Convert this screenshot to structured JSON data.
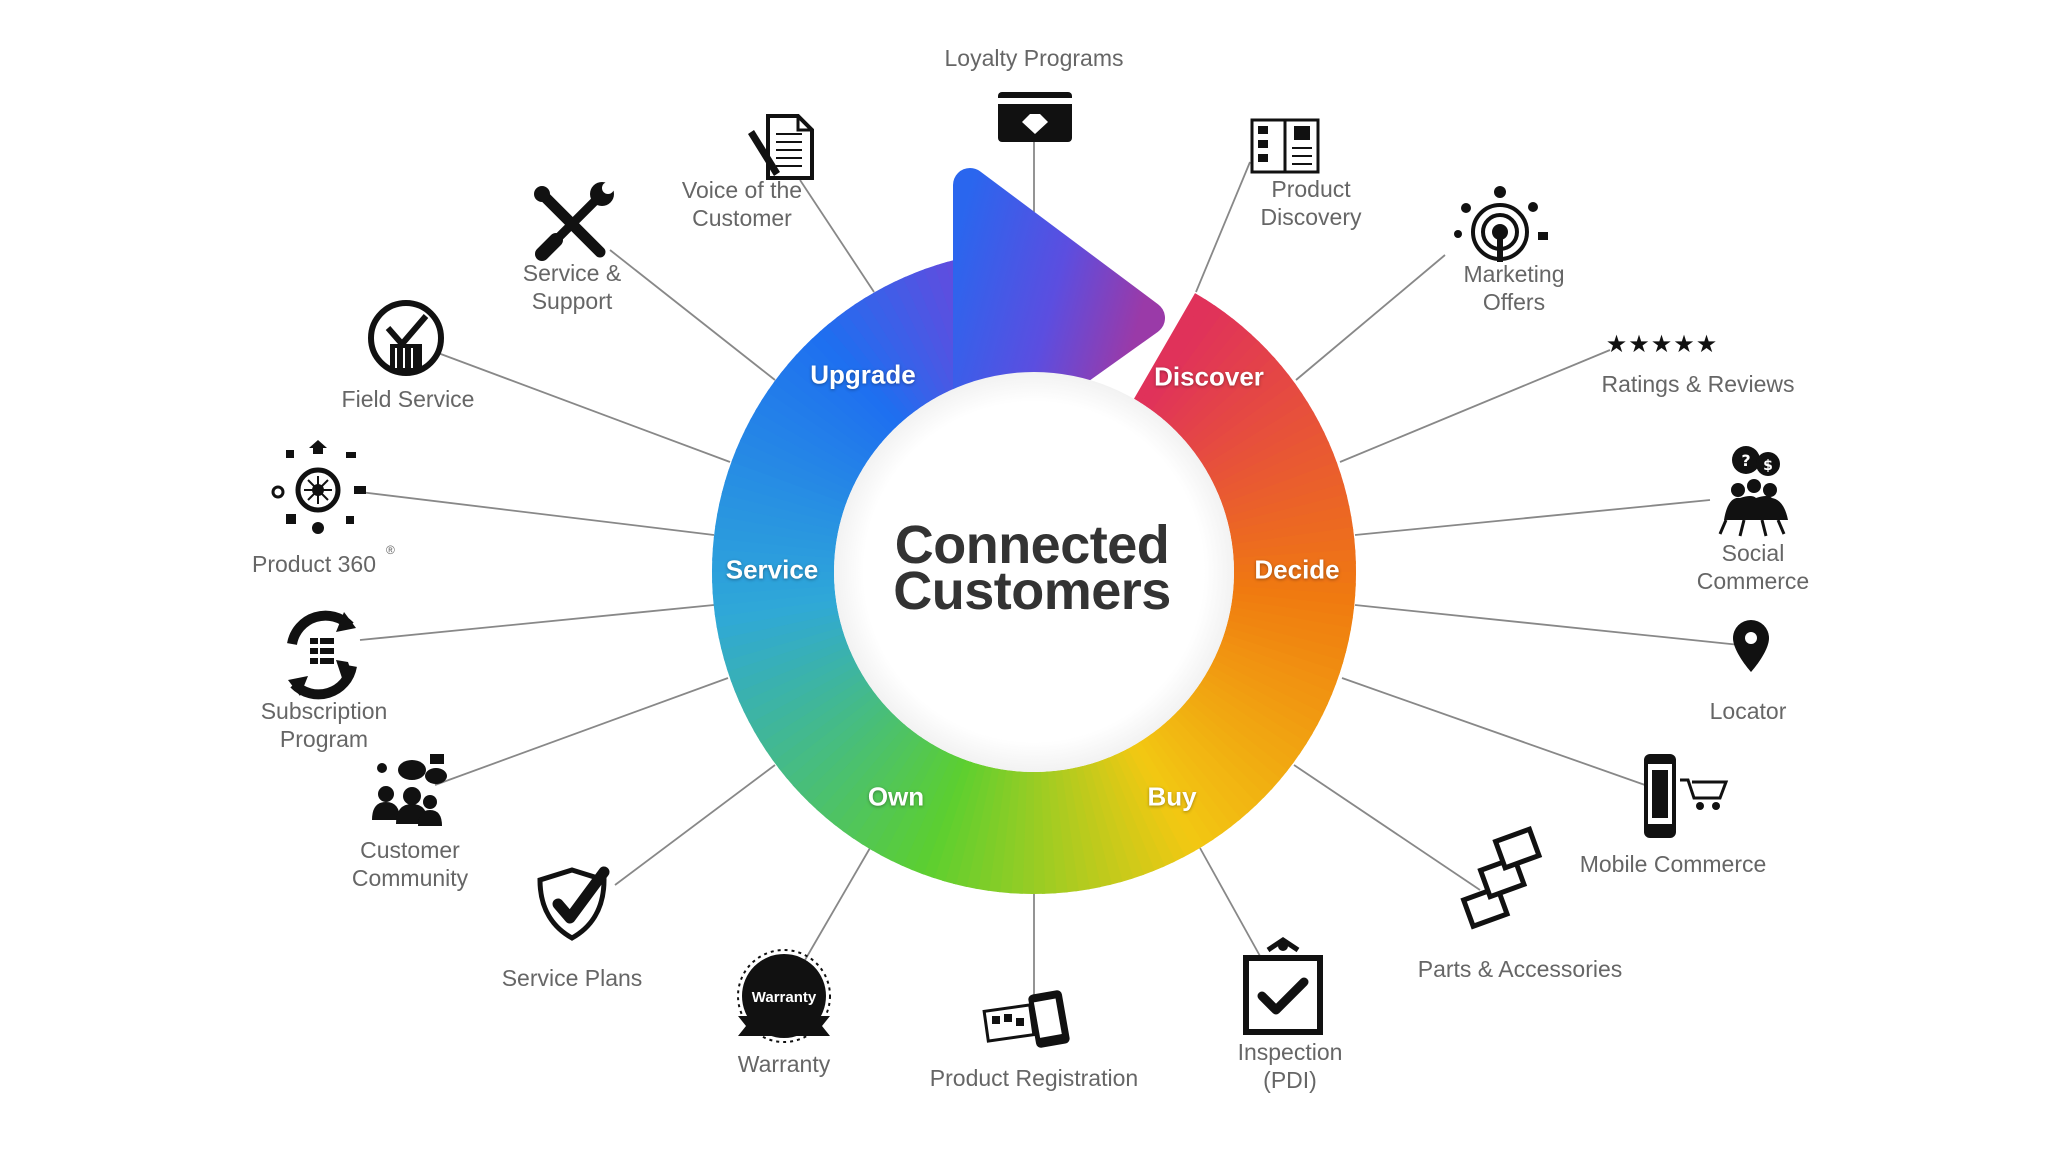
{
  "center": {
    "line1": "Connected",
    "line2": "Customers"
  },
  "stages": {
    "upgrade": "Upgrade",
    "discover": "Discover",
    "decide": "Decide",
    "buy": "Buy",
    "own": "Own",
    "service": "Service"
  },
  "touchpoints": {
    "loyalty": "Loyalty Programs",
    "product_discovery": "Product\nDiscovery",
    "marketing_offers": "Marketing\nOffers",
    "ratings": "Ratings &  Reviews",
    "social_commerce": "Social\nCommerce",
    "locator": "Locator",
    "mobile_commerce": "Mobile Commerce",
    "parts": "Parts & Accessories",
    "inspection": "Inspection\n(PDI)",
    "product_registration": "Product Registration",
    "warranty": "Warranty",
    "service_plans": "Service Plans",
    "customer_community": "Customer\nCommunity",
    "subscription": "Subscription\nProgram",
    "product360": "Product 360",
    "field_service": "Field Service",
    "service_support": "Service &\nSupport",
    "voice": "Voice of the\nCustomer"
  },
  "icons": {
    "loyalty": "loyalty-card-icon",
    "product_discovery": "catalog-icon",
    "marketing_offers": "broadcast-icon",
    "ratings": "five-stars-icon",
    "social_commerce": "social-chat-icon",
    "locator": "map-pin-icon",
    "mobile_commerce": "phone-cart-icon",
    "parts": "parts-boxes-icon",
    "inspection": "clipboard-check-icon",
    "product_registration": "registration-phone-icon",
    "warranty": "warranty-badge-icon",
    "service_plans": "shield-check-icon",
    "customer_community": "community-people-icon",
    "subscription": "subscription-cycle-icon",
    "product360": "product-360-icon",
    "field_service": "field-service-icon",
    "service_support": "wrench-screwdriver-icon",
    "voice": "document-pen-icon"
  },
  "ratings_stars": "★★★★★",
  "warranty_badge_text": "Warranty",
  "trademark_mark": "®",
  "colors": {
    "upgrade": "#1e6ff0",
    "arrow_tip": "#7a3fd8",
    "discover": "#e0325a",
    "decide": "#f07a10",
    "buy": "#f2c812",
    "own": "#5ccf30",
    "service": "#2fa8d8",
    "text": "#666666",
    "center_text": "#333333",
    "icon": "#111111",
    "connector": "#888888"
  }
}
